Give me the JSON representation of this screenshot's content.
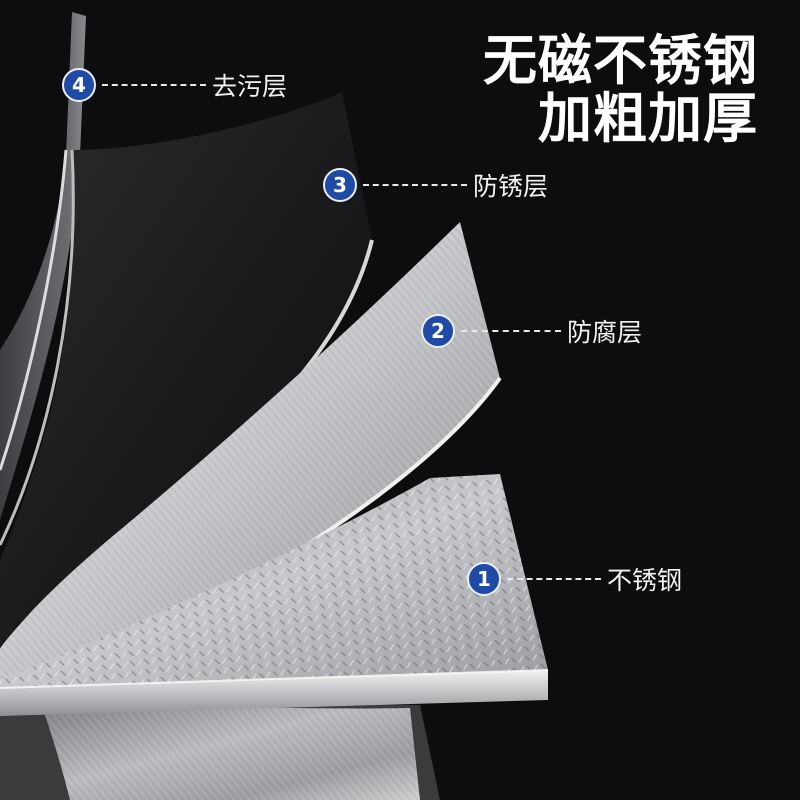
{
  "headline": {
    "line1": "无磁不锈钢",
    "line2": "加粗加厚"
  },
  "callouts": [
    {
      "number": "4",
      "label": "去污层"
    },
    {
      "number": "3",
      "label": "防锈层"
    },
    {
      "number": "2",
      "label": "防腐层"
    },
    {
      "number": "1",
      "label": "不锈钢"
    }
  ],
  "colors": {
    "background": "#0d0d0f",
    "badge": "#1f4aa6",
    "text": "#ffffff"
  }
}
